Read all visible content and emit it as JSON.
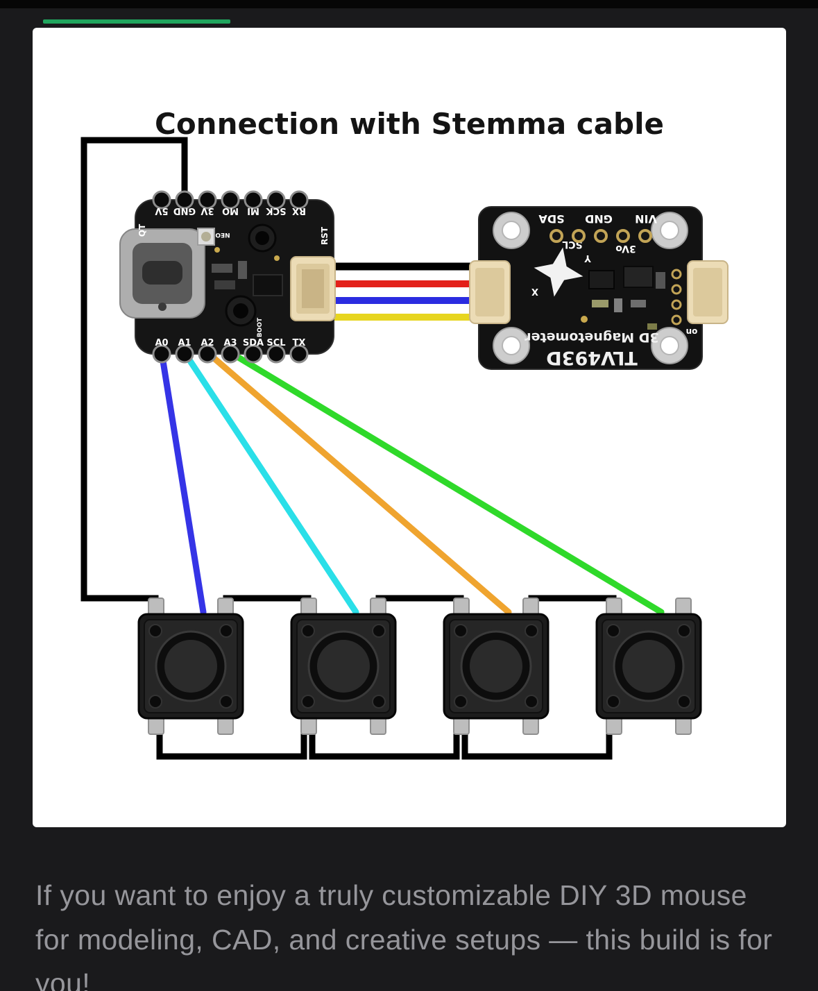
{
  "page": {
    "background_color": "#1a1a1c",
    "top_bar_color": "#060606",
    "progress_bar_color": "#21a55e",
    "card_color": "#ffffff"
  },
  "diagram": {
    "title": "Connection with Stemma cable",
    "qtpy": {
      "top_pin_labels": [
        "5V",
        "GND",
        "3V",
        "MO",
        "MI",
        "SCK",
        "RX"
      ],
      "bottom_pin_labels": [
        "A0",
        "A1",
        "A2",
        "A3",
        "SDA",
        "SCL",
        "TX"
      ],
      "corner_label_left": "QT",
      "corner_label_right": "RST",
      "neopixel_label": "NEO",
      "boot_label": "BOOT"
    },
    "sensor": {
      "name": "TLV493D",
      "subtitle": "3D Magnetometer",
      "top_pin_labels": [
        "SDA",
        "GND",
        "VIN"
      ],
      "scl_label": "SCL",
      "v3_label": "3Vo",
      "axis_y_label": "Y",
      "axis_x_label": "X",
      "led_label": "on"
    },
    "stemma_cable": {
      "wire_colors": [
        "#000000",
        "#e32019",
        "#2b2ce0",
        "#e7d51f"
      ]
    },
    "button_wires": [
      {
        "pin": "A0",
        "color": "#3534e6"
      },
      {
        "pin": "A1",
        "color": "#2adfe8"
      },
      {
        "pin": "A2",
        "color": "#efa42f"
      },
      {
        "pin": "A3",
        "color": "#2fd92a"
      }
    ],
    "ground_wire_color": "#000000"
  },
  "caption": {
    "text": "If you want to enjoy a truly customizable DIY 3D mouse for modeling, CAD, and creative setups — this build is for you!"
  }
}
